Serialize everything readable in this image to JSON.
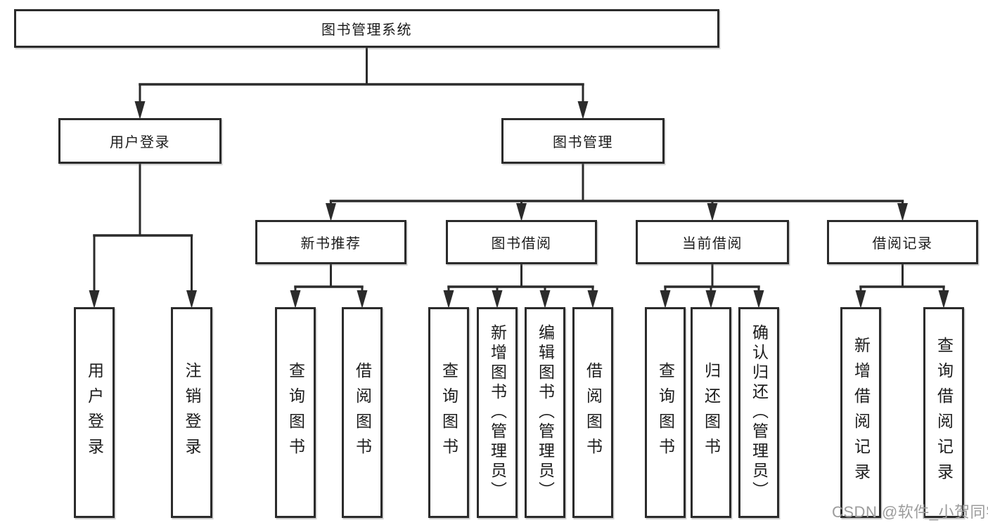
{
  "diagram": {
    "type": "hierarchy-flowchart",
    "title": "图书管理系统",
    "watermark": "CSDN @软件_小贺同学",
    "colors": {
      "line": "#2b2b2b",
      "box_border": "#2b2b2b",
      "box_fill": "#ffffff",
      "text": "#1c1c1c",
      "watermark": "#9c9c9c",
      "background": "#ffffff"
    },
    "nodes": [
      {
        "id": "root",
        "label": "图书管理系统",
        "parent": null,
        "text_direction": "horizontal"
      },
      {
        "id": "login",
        "label": "用户登录",
        "parent": "root",
        "text_direction": "horizontal"
      },
      {
        "id": "bookmgmt",
        "label": "图书管理",
        "parent": "root",
        "text_direction": "horizontal"
      },
      {
        "id": "newbook",
        "label": "新书推荐",
        "parent": "bookmgmt",
        "text_direction": "horizontal"
      },
      {
        "id": "borrow",
        "label": "图书借阅",
        "parent": "bookmgmt",
        "text_direction": "horizontal"
      },
      {
        "id": "current",
        "label": "当前借阅",
        "parent": "bookmgmt",
        "text_direction": "horizontal"
      },
      {
        "id": "records",
        "label": "借阅记录",
        "parent": "bookmgmt",
        "text_direction": "horizontal"
      },
      {
        "id": "login-user",
        "label": "用户登录",
        "parent": "login",
        "text_direction": "vertical"
      },
      {
        "id": "login-logout",
        "label": "注销登录",
        "parent": "login",
        "text_direction": "vertical"
      },
      {
        "id": "newbook-query",
        "label": "查询图书",
        "parent": "newbook",
        "text_direction": "vertical"
      },
      {
        "id": "newbook-borrow",
        "label": "借阅图书",
        "parent": "newbook",
        "text_direction": "vertical"
      },
      {
        "id": "borrow-query",
        "label": "查询图书",
        "parent": "borrow",
        "text_direction": "vertical"
      },
      {
        "id": "borrow-add",
        "label": "新增图书（管理员）",
        "parent": "borrow",
        "text_direction": "vertical"
      },
      {
        "id": "borrow-edit",
        "label": "编辑图书（管理员）",
        "parent": "borrow",
        "text_direction": "vertical"
      },
      {
        "id": "borrow-borrow",
        "label": "借阅图书",
        "parent": "borrow",
        "text_direction": "vertical"
      },
      {
        "id": "current-query",
        "label": "查询图书",
        "parent": "current",
        "text_direction": "vertical"
      },
      {
        "id": "current-return",
        "label": "归还图书",
        "parent": "current",
        "text_direction": "vertical"
      },
      {
        "id": "current-confirm",
        "label": "确认归还（管理员）",
        "parent": "current",
        "text_direction": "vertical"
      },
      {
        "id": "records-add",
        "label": "新增借阅记录",
        "parent": "records",
        "text_direction": "vertical"
      },
      {
        "id": "records-query",
        "label": "查询借阅记录",
        "parent": "records",
        "text_direction": "vertical"
      }
    ]
  }
}
